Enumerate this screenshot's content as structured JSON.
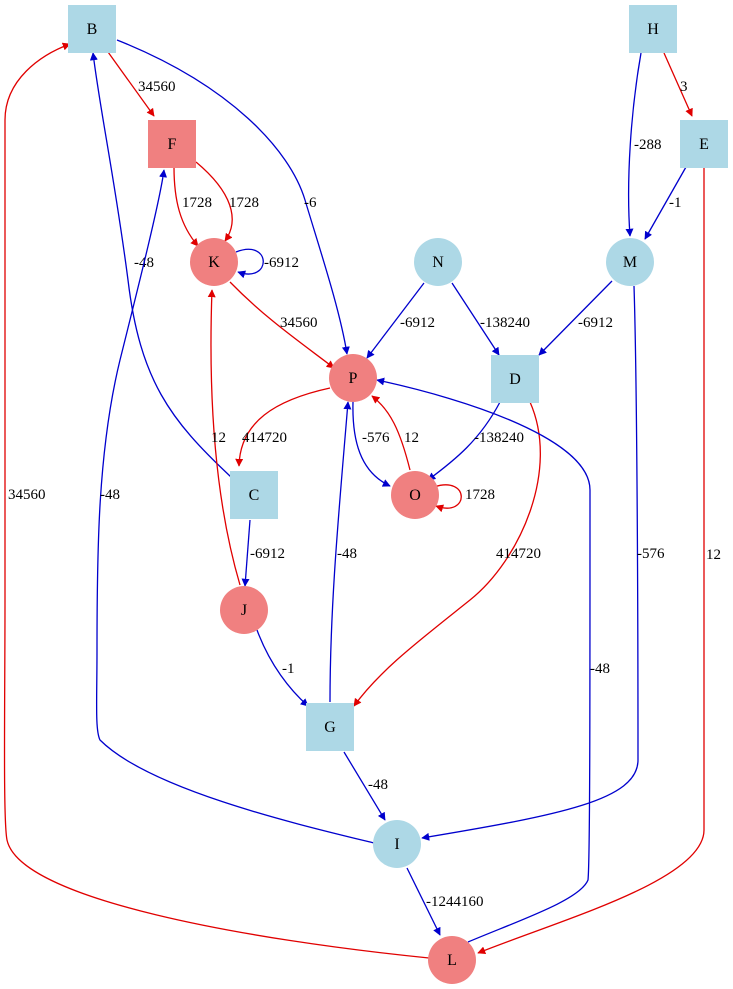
{
  "colors": {
    "blue_node": "#add8e6",
    "red_node": "#f08080",
    "blue_edge": "#0000cd",
    "red_edge": "#e00000"
  },
  "nodes": {
    "B": {
      "label": "B",
      "shape": "square",
      "color": "blue"
    },
    "F": {
      "label": "F",
      "shape": "square",
      "color": "red"
    },
    "H": {
      "label": "H",
      "shape": "square",
      "color": "blue"
    },
    "E": {
      "label": "E",
      "shape": "square",
      "color": "blue"
    },
    "K": {
      "label": "K",
      "shape": "circle",
      "color": "red"
    },
    "N": {
      "label": "N",
      "shape": "circle",
      "color": "blue"
    },
    "M": {
      "label": "M",
      "shape": "circle",
      "color": "blue"
    },
    "P": {
      "label": "P",
      "shape": "circle",
      "color": "red"
    },
    "D": {
      "label": "D",
      "shape": "square",
      "color": "blue"
    },
    "C": {
      "label": "C",
      "shape": "square",
      "color": "blue"
    },
    "O": {
      "label": "O",
      "shape": "circle",
      "color": "red"
    },
    "J": {
      "label": "J",
      "shape": "circle",
      "color": "red"
    },
    "G": {
      "label": "G",
      "shape": "square",
      "color": "blue"
    },
    "I": {
      "label": "I",
      "shape": "circle",
      "color": "blue"
    },
    "L": {
      "label": "L",
      "shape": "circle",
      "color": "red"
    }
  },
  "edges": {
    "B_F": {
      "from": "B",
      "to": "F",
      "label": "34560",
      "color": "red"
    },
    "B_P": {
      "from": "B",
      "to": "P",
      "label": "-6",
      "color": "blue"
    },
    "H_E": {
      "from": "H",
      "to": "E",
      "label": "3",
      "color": "red"
    },
    "H_M": {
      "from": "H",
      "to": "M",
      "label": "-288",
      "color": "blue"
    },
    "E_M": {
      "from": "E",
      "to": "M",
      "label": "-1",
      "color": "blue"
    },
    "E_L": {
      "from": "E",
      "to": "L",
      "label": "12",
      "color": "red"
    },
    "F_K1": {
      "from": "F",
      "to": "K",
      "label": "1728",
      "color": "red"
    },
    "F_K2": {
      "from": "F",
      "to": "K",
      "label": "1728",
      "color": "red"
    },
    "K_K": {
      "from": "K",
      "to": "K",
      "label": "-6912",
      "color": "blue"
    },
    "K_P": {
      "from": "K",
      "to": "P",
      "label": "34560",
      "color": "red"
    },
    "C_B": {
      "from": "C",
      "to": "B",
      "label": "-48",
      "color": "blue"
    },
    "N_P": {
      "from": "N",
      "to": "P",
      "label": "-6912",
      "color": "blue"
    },
    "N_D": {
      "from": "N",
      "to": "D",
      "label": "-138240",
      "color": "blue"
    },
    "M_D": {
      "from": "M",
      "to": "D",
      "label": "-6912",
      "color": "blue"
    },
    "M_I": {
      "from": "M",
      "to": "I",
      "label": "-576",
      "color": "blue"
    },
    "P_C": {
      "from": "P",
      "to": "C",
      "label": "414720",
      "color": "red"
    },
    "P_O": {
      "from": "P",
      "to": "O",
      "label": "-576",
      "color": "blue"
    },
    "O_P": {
      "from": "O",
      "to": "P",
      "label": "12",
      "color": "red"
    },
    "D_O": {
      "from": "D",
      "to": "O",
      "label": "-138240",
      "color": "blue"
    },
    "O_O": {
      "from": "O",
      "to": "O",
      "label": "1728",
      "color": "red"
    },
    "D_G": {
      "from": "D",
      "to": "G",
      "label": "414720",
      "color": "red"
    },
    "J_K": {
      "from": "J",
      "to": "K",
      "label": "12",
      "color": "red"
    },
    "C_J": {
      "from": "C",
      "to": "J",
      "label": "-6912",
      "color": "blue"
    },
    "J_G": {
      "from": "J",
      "to": "G",
      "label": "-1",
      "color": "blue"
    },
    "G_P": {
      "from": "G",
      "to": "P",
      "label": "-48",
      "color": "blue"
    },
    "G_I": {
      "from": "G",
      "to": "I",
      "label": "-48",
      "color": "blue"
    },
    "I_F": {
      "from": "I",
      "to": "F",
      "label": "-48",
      "color": "blue"
    },
    "I_L": {
      "from": "I",
      "to": "L",
      "label": "-1244160",
      "color": "blue"
    },
    "L_B": {
      "from": "L",
      "to": "B",
      "label": "34560",
      "color": "red"
    },
    "L_P": {
      "from": "L",
      "to": "P",
      "label": "-48",
      "color": "blue"
    }
  }
}
